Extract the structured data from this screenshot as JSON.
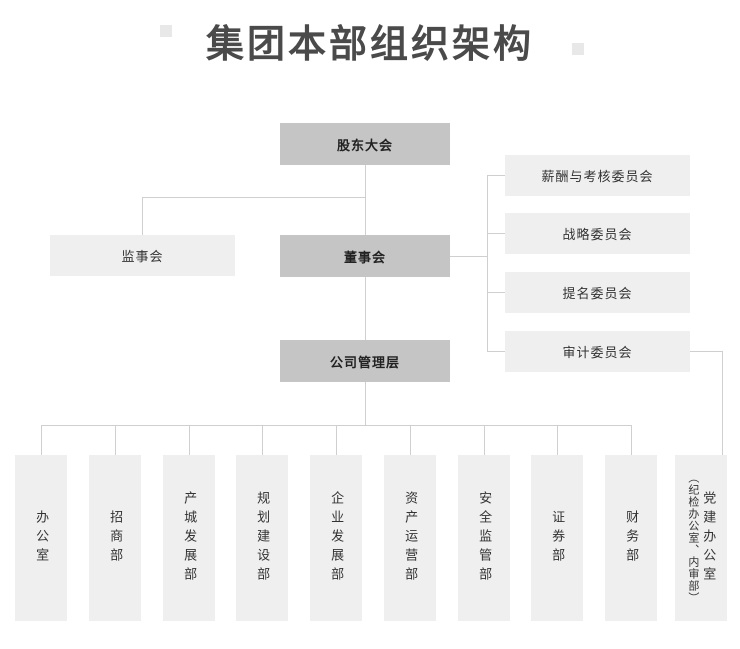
{
  "title": "集团本部组织架构",
  "nodes": {
    "shareholders": "股东大会",
    "supervisory": "监事会",
    "board": "董事会",
    "management": "公司管理层"
  },
  "committees": [
    "薪酬与考核委员会",
    "战略委员会",
    "提名委员会",
    "审计委员会"
  ],
  "departments": [
    "办公室",
    "招商部",
    "产城发展部",
    "规划建设部",
    "企业发展部",
    "资产运营部",
    "安全监管部",
    "证券部",
    "财务部"
  ],
  "party_office": {
    "name": "党建办公室",
    "note": "（纪检办公室、内审部）"
  },
  "colors": {
    "primary_box": "#c5c5c5",
    "secondary_box": "#efefef",
    "line": "#cfcfcf",
    "title_text": "#4a4a4a",
    "box_text": "#333333",
    "deco": "#e8e8e8"
  }
}
